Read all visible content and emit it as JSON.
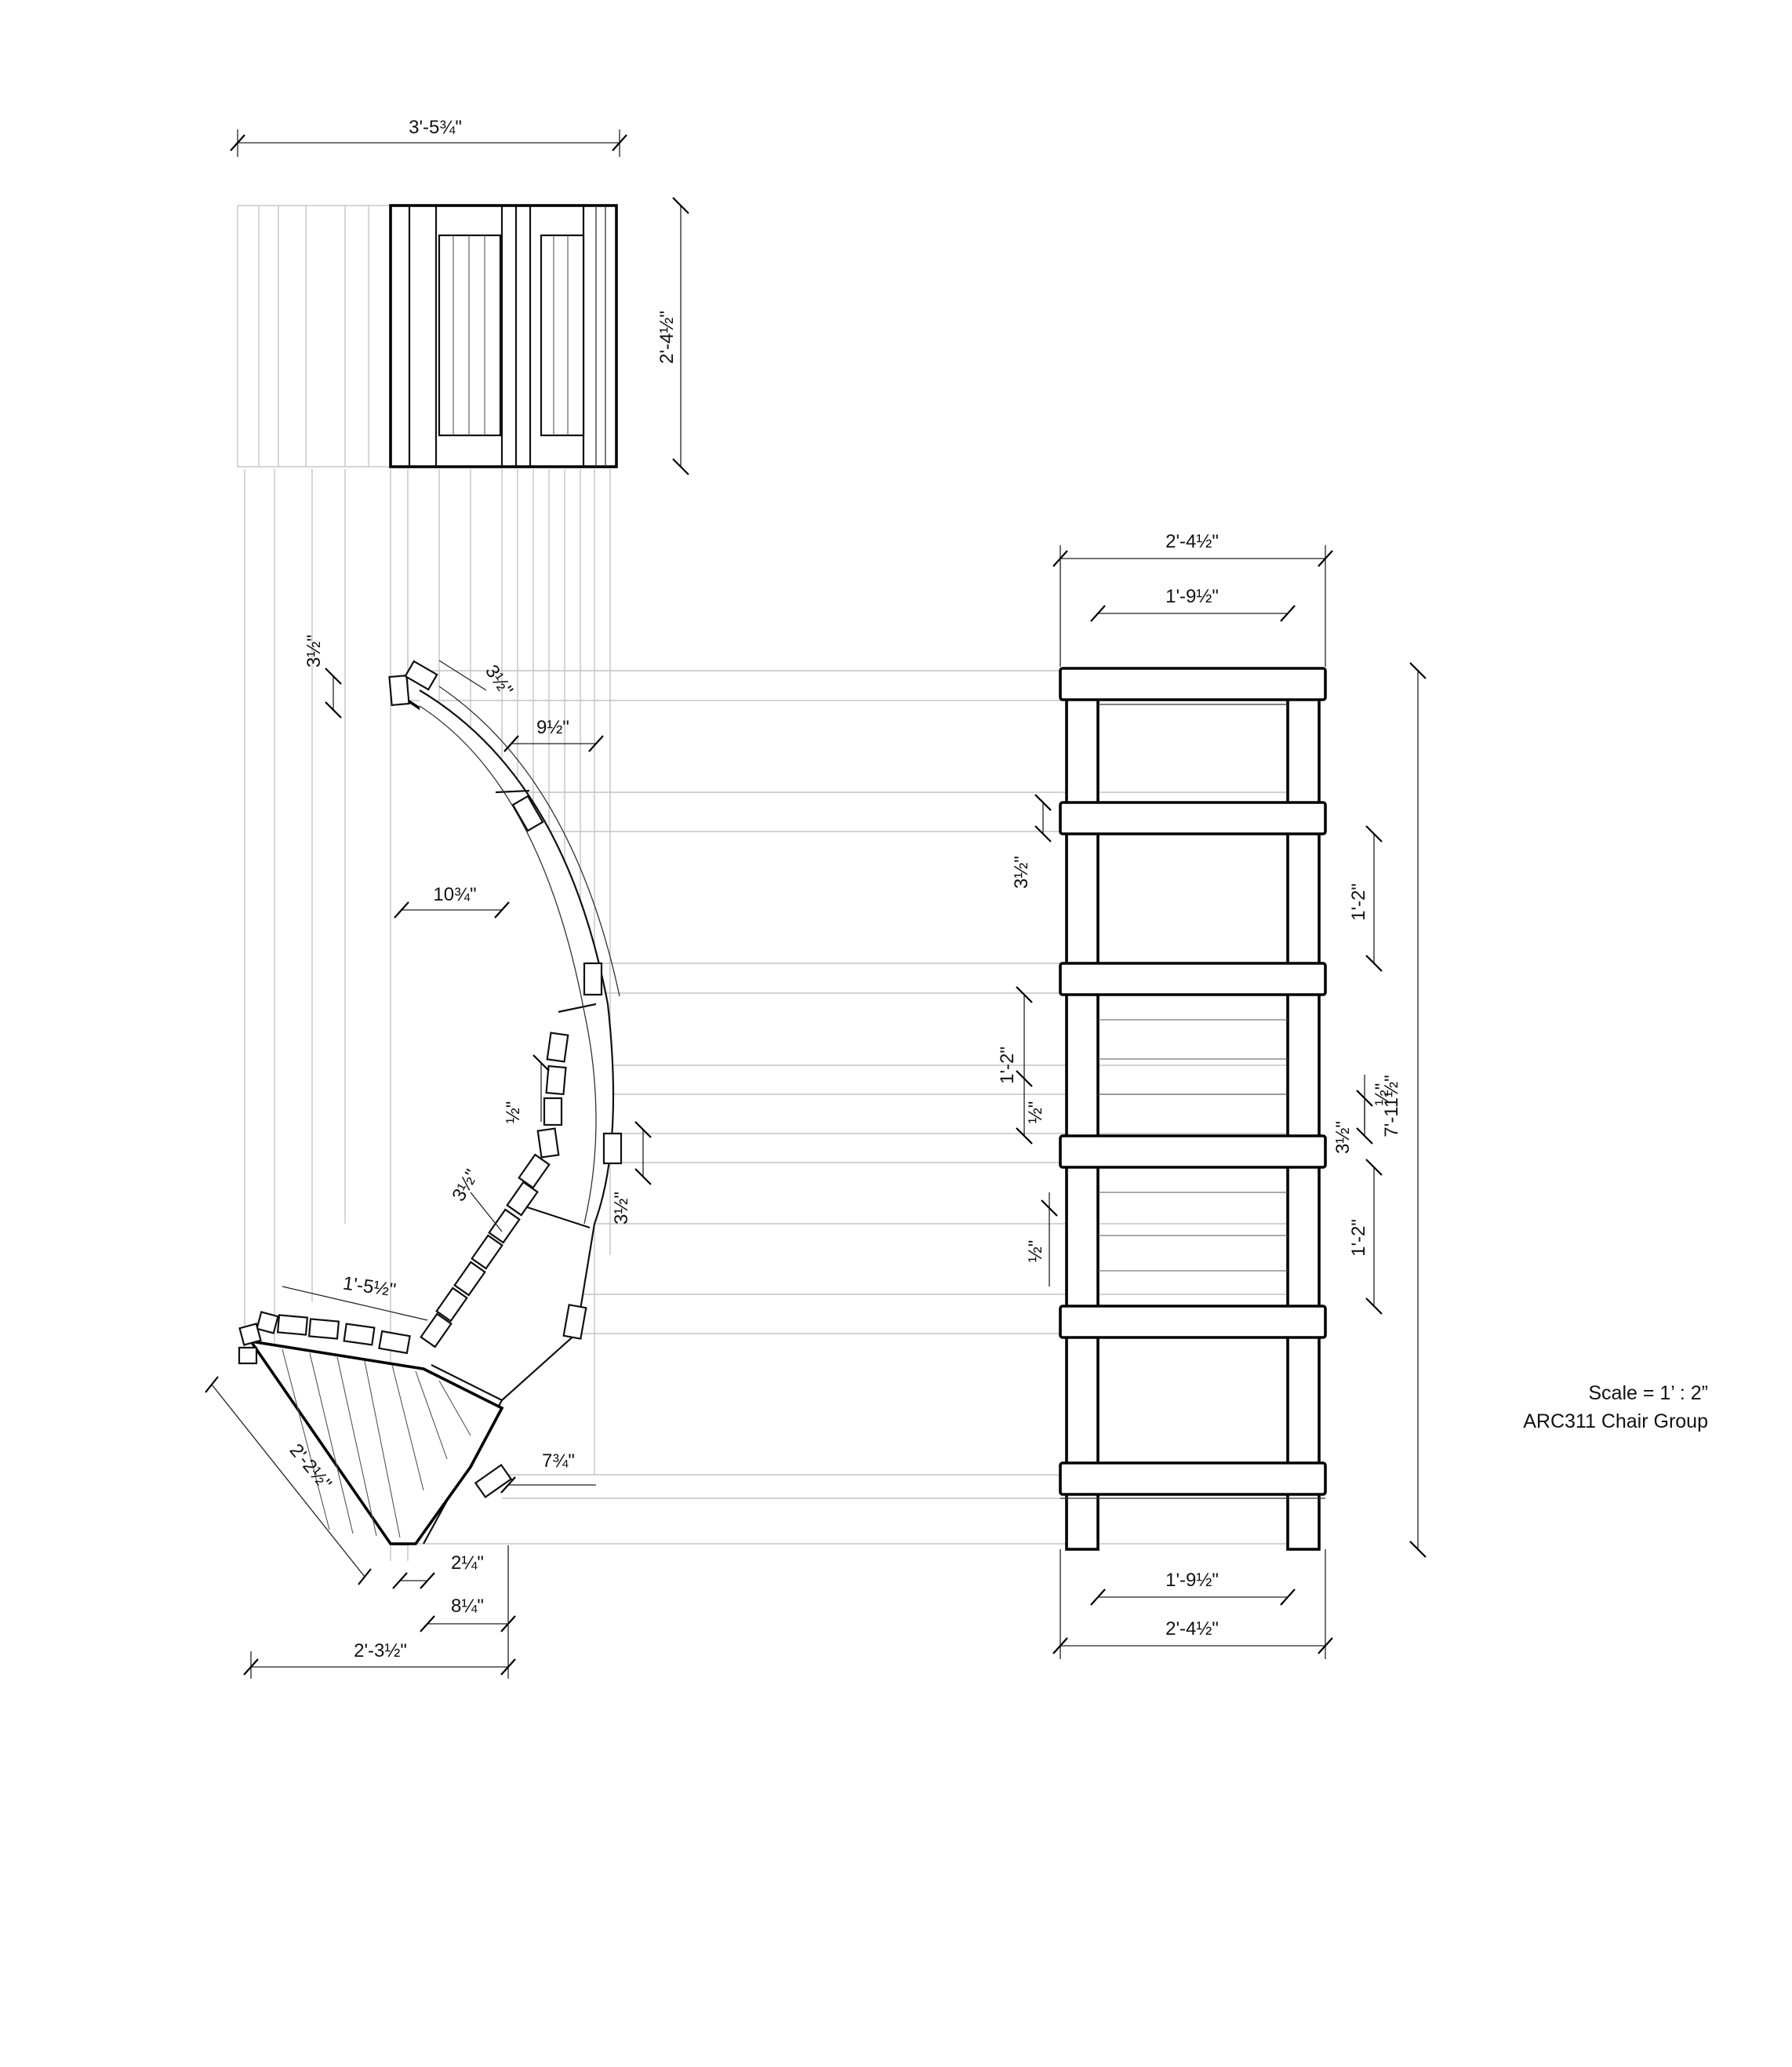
{
  "drawing": {
    "dimensions": {
      "top_width": "3'-5¾\"",
      "top_height": "2'-4½\"",
      "side_small_end": "3½\"",
      "side_small_end_diag": "3½\"",
      "side_slat_gap": "9½\"",
      "side_bottom_curve": "10¾\"",
      "side_half_gap": "½\"",
      "side_inner_slat": "3½\"",
      "side_right_slat": "3½\"",
      "side_seat_length": "1'-5½\"",
      "side_seat_diag": "2'-2½\"",
      "side_bottom_offset": "7¾\"",
      "side_foot_a": "2¼\"",
      "side_foot_b": "8¼\"",
      "side_base_width": "2'-3½\"",
      "front_outer_top": "2'-4½\"",
      "front_inner_top": "1'-9½\"",
      "front_slat_left": "3½\"",
      "front_span_right_1": "1'-2\"",
      "front_span_left": "1'-2\"",
      "front_gap_left_1": "½\"",
      "front_gap_right": "½\"",
      "front_slat_right": "3½\"",
      "front_overall_height": "7'-11½\"",
      "front_span_right_2": "1'-2\"",
      "front_gap_left_2": "½\"",
      "front_inner_bottom": "1'-9½\"",
      "front_outer_bottom": "2'-4½\""
    }
  },
  "notes": {
    "scale": "Scale = 1’ : 2”",
    "group": "ARC311 Chair Group"
  }
}
